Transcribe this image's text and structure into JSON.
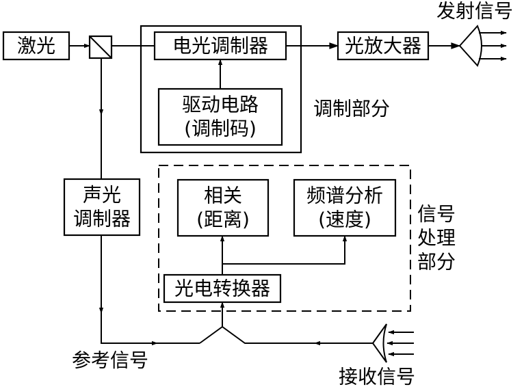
{
  "blocks": {
    "laser": "激光",
    "eo_modulator": "电光调制器",
    "optical_amplifier": "光放大器",
    "drive_circuit_line1": "驱动电路",
    "drive_circuit_line2": "(调制码)",
    "ao_modulator_line1": "声光",
    "ao_modulator_line2": "调制器",
    "correlation_line1": "相关",
    "correlation_line2": "(距离)",
    "spectrum_line1": "频谱分析",
    "spectrum_line2": "(速度)",
    "photoelectric_converter": "光电转换器"
  },
  "labels": {
    "transmit_signal": "发射信号",
    "modulation_section": "调制部分",
    "signal_processing_line1": "信号",
    "signal_processing_line2": "处理",
    "signal_processing_line3": "部分",
    "reference_signal": "参考信号",
    "receive_signal": "接收信号"
  }
}
